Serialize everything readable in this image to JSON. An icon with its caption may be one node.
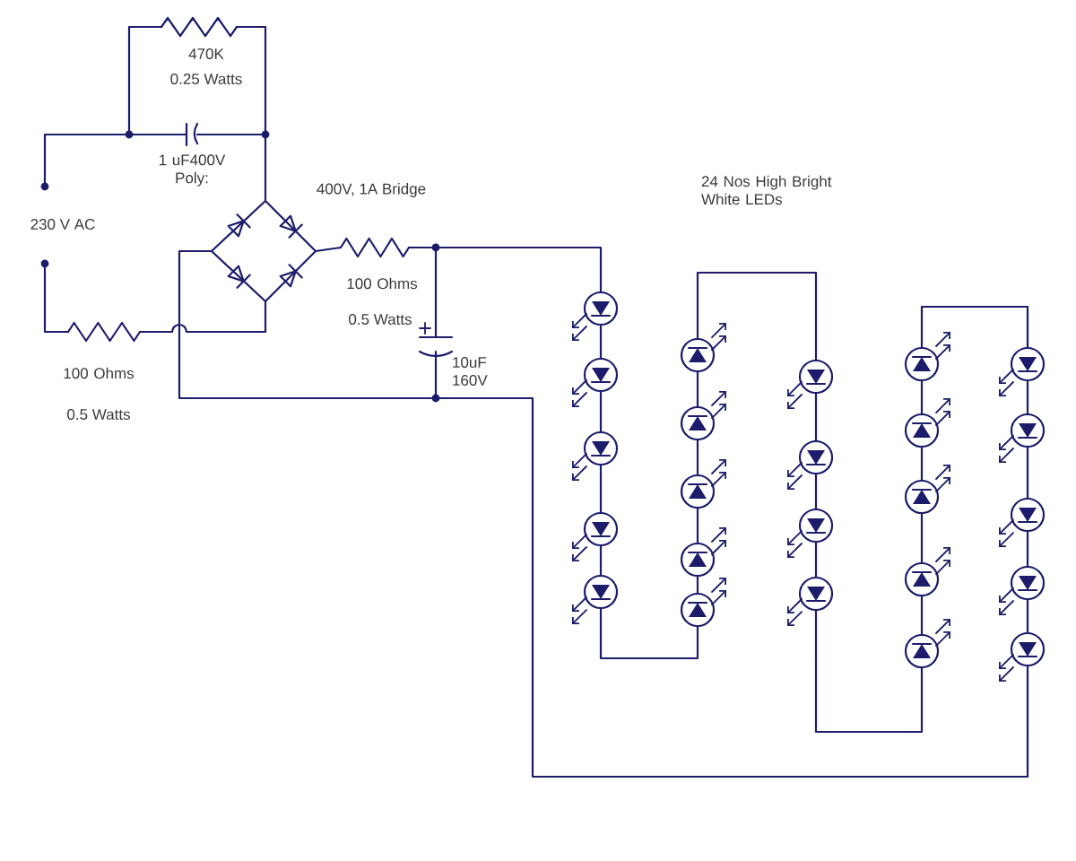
{
  "diagram": {
    "labels": [
      "470K",
      "0.25 Watts",
      "1 uF400V Poly:",
      "400V, 1A Bridge",
      "230 V AC",
      "100 Ohms",
      "0.5 Watts",
      "100 Ohms",
      "0.5 Watts",
      "10uF 160V",
      "24 Nos High Bright White LEDs"
    ]
  }
}
